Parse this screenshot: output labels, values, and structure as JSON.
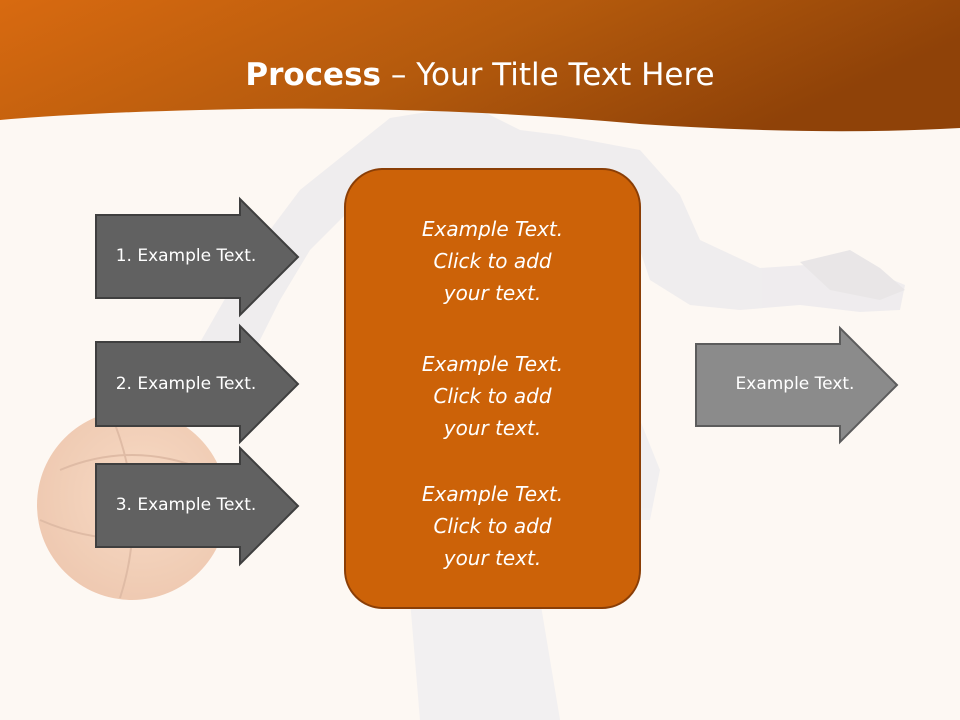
{
  "colors": {
    "header_top": "#9a4708",
    "header_mid": "#d86a10",
    "background": "#fdf8f3",
    "center_box": "#cc6208",
    "center_box_border": "#8a3e06",
    "input_arrow": "#616161",
    "output_arrow": "#8b8b8b"
  },
  "title": {
    "bold": "Process",
    "rest": " – Your Title Text Here"
  },
  "inputs": [
    {
      "label": "1. Example Text."
    },
    {
      "label": "2. Example Text."
    },
    {
      "label": "3. Example Text."
    }
  ],
  "center": [
    {
      "lines": [
        "Example Text.",
        "Click  to add",
        "your text."
      ]
    },
    {
      "lines": [
        "Example Text.",
        "Click  to add",
        "your text."
      ]
    },
    {
      "lines": [
        "Example Text.",
        "Click  to add",
        "your text."
      ]
    }
  ],
  "output": {
    "label": "Example Text."
  }
}
